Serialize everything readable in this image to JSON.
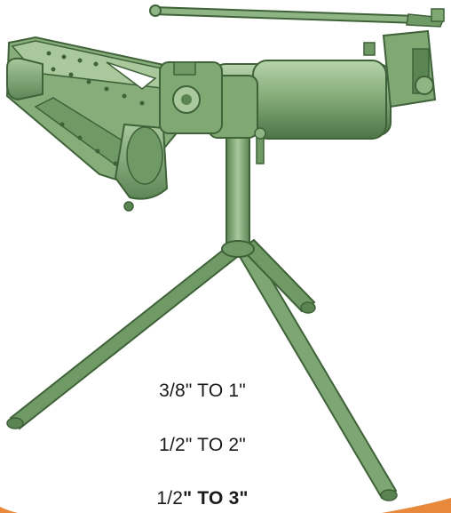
{
  "colors": {
    "machine_green": "#7fa873",
    "machine_dark": "#4d7446",
    "machine_light": "#b7d3ac",
    "accent_orange": "#e8883a",
    "text": "#1a1a1a"
  },
  "icons": {
    "main": "pipe-bender-machine-icon"
  },
  "size_ranges": [
    {
      "label": "3/8\" TO 1\""
    },
    {
      "label": "1/2\" TO 2\""
    },
    {
      "prefix": "1/2",
      "emph": "\" TO 3\""
    }
  ]
}
